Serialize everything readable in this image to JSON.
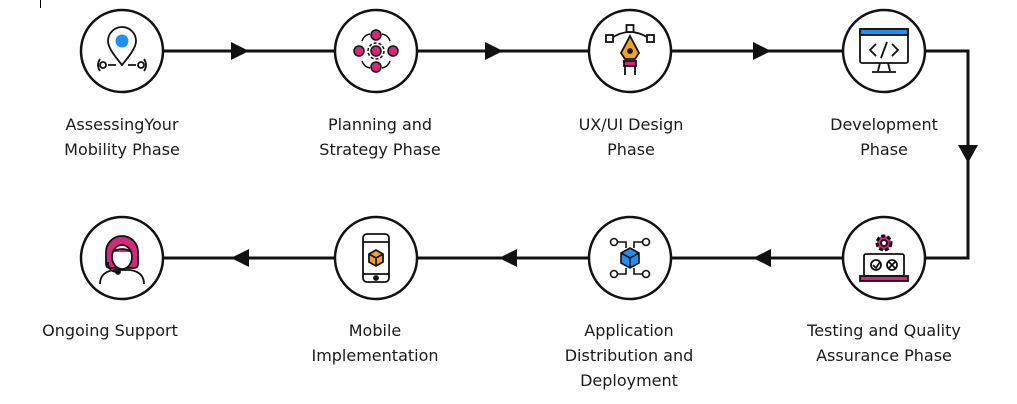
{
  "colors": {
    "line": "#111111",
    "pink": "#d6287a",
    "blue": "#1f8ff0",
    "orange": "#f2a31e",
    "text": "#1a1a1a"
  },
  "steps": [
    {
      "icon": "location-pin-icon",
      "label": [
        "AssessingYour",
        "Mobility Phase"
      ]
    },
    {
      "icon": "planning-cycle-icon",
      "label": [
        "Planning and",
        "Strategy Phase"
      ]
    },
    {
      "icon": "pen-tool-icon",
      "label": [
        "UX/UI Design",
        "Phase"
      ]
    },
    {
      "icon": "code-monitor-icon",
      "label": [
        "Development",
        "Phase"
      ]
    },
    {
      "icon": "testing-gear-icon",
      "label": [
        "Testing and Quality",
        "Assurance Phase"
      ]
    },
    {
      "icon": "distribution-cube-icon",
      "label": [
        "Application",
        "Distribution and",
        "Deployment"
      ]
    },
    {
      "icon": "mobile-phone-icon",
      "label": [
        "Mobile",
        "Implementation"
      ]
    },
    {
      "icon": "support-agent-icon",
      "label": [
        "Ongoing Support"
      ]
    }
  ]
}
